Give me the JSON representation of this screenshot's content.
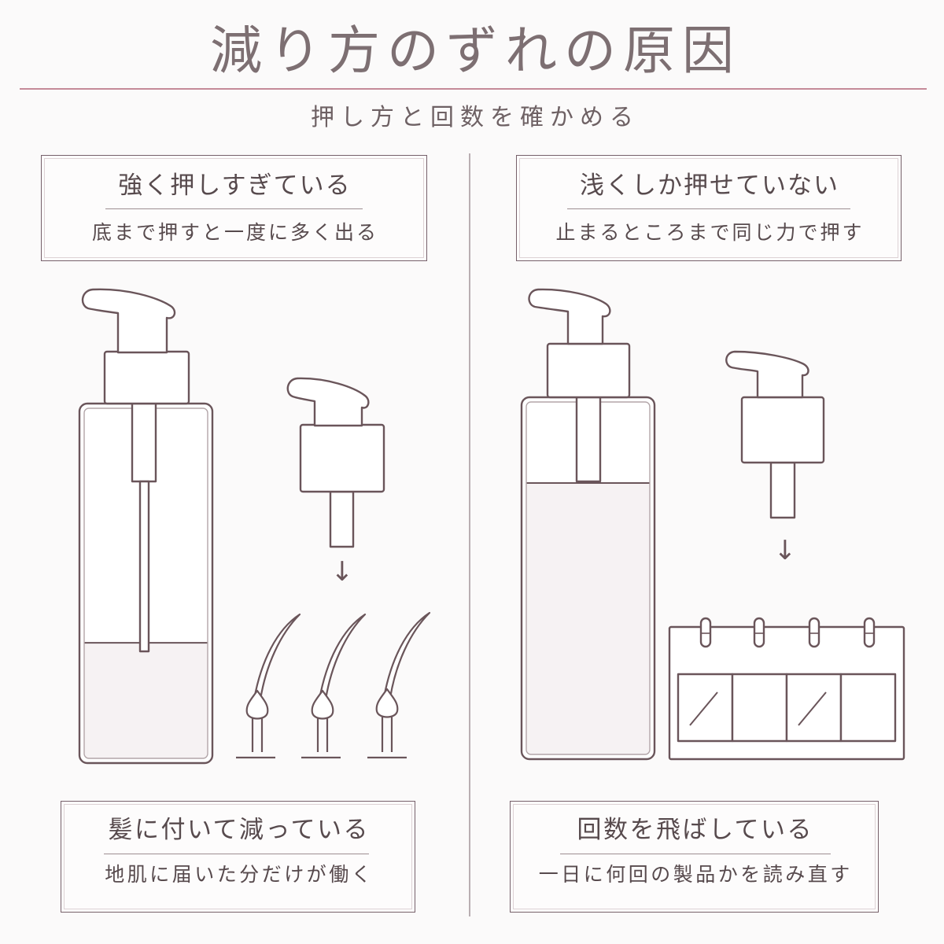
{
  "header": {
    "title": "減り方のずれの原因",
    "subtitle": "押し方と回数を確かめる"
  },
  "left": {
    "top_card": {
      "title": "強く押しすぎている",
      "text": "底まで押すと一度に多く出る"
    },
    "bottle": {
      "fill_fraction": 0.33
    },
    "arrow": "↓",
    "bottom_card": {
      "title": "髪に付いて減っている",
      "text": "地肌に届いた分だけが働く"
    }
  },
  "right": {
    "top_card": {
      "title": "浅くしか押せていない",
      "text": "止まるところまで同じ力で押す"
    },
    "bottle": {
      "fill_fraction": 0.77
    },
    "arrow": "↓",
    "calendar": {
      "marked_days": [
        true,
        false,
        true,
        false
      ]
    },
    "bottom_card": {
      "title": "回数を飛ばしている",
      "text": "一日に何回の製品かを読み直す"
    }
  },
  "icons": {
    "left_bottle": "pump-bottle-pressed-icon",
    "left_pump": "pump-head-icon",
    "hair": "hair-strand-icon",
    "right_bottle": "pump-bottle-full-icon",
    "right_pump": "pump-head-icon",
    "calendar": "calendar-icon"
  },
  "colors": {
    "title": "#7d6f72",
    "subtitle": "#6e6164",
    "text": "#574a4d",
    "accent_rule": "#c58a99",
    "frame": "#76606a",
    "line": "#6a555a"
  }
}
